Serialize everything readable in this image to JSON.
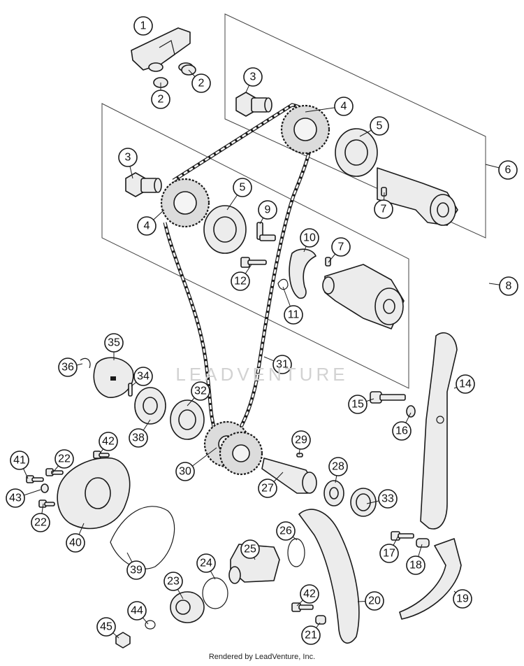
{
  "watermark": "LEADVENTURE",
  "footer": "Rendered by LeadVenture, Inc.",
  "callouts": [
    {
      "label": "1"
    },
    {
      "label": "2"
    },
    {
      "label": "2"
    },
    {
      "label": "3"
    },
    {
      "label": "4"
    },
    {
      "label": "5"
    },
    {
      "label": "6"
    },
    {
      "label": "3"
    },
    {
      "label": "4"
    },
    {
      "label": "5"
    },
    {
      "label": "9"
    },
    {
      "label": "7"
    },
    {
      "label": "10"
    },
    {
      "label": "7"
    },
    {
      "label": "12"
    },
    {
      "label": "8"
    },
    {
      "label": "11"
    },
    {
      "label": "35"
    },
    {
      "label": "36"
    },
    {
      "label": "34"
    },
    {
      "label": "31"
    },
    {
      "label": "14"
    },
    {
      "label": "32"
    },
    {
      "label": "15"
    },
    {
      "label": "16"
    },
    {
      "label": "42"
    },
    {
      "label": "38"
    },
    {
      "label": "29"
    },
    {
      "label": "41"
    },
    {
      "label": "22"
    },
    {
      "label": "30"
    },
    {
      "label": "28"
    },
    {
      "label": "27"
    },
    {
      "label": "33"
    },
    {
      "label": "43"
    },
    {
      "label": "22"
    },
    {
      "label": "40"
    },
    {
      "label": "26"
    },
    {
      "label": "25"
    },
    {
      "label": "17"
    },
    {
      "label": "18"
    },
    {
      "label": "39"
    },
    {
      "label": "24"
    },
    {
      "label": "23"
    },
    {
      "label": "20"
    },
    {
      "label": "19"
    },
    {
      "label": "42"
    },
    {
      "label": "44"
    },
    {
      "label": "45"
    },
    {
      "label": "21"
    }
  ]
}
